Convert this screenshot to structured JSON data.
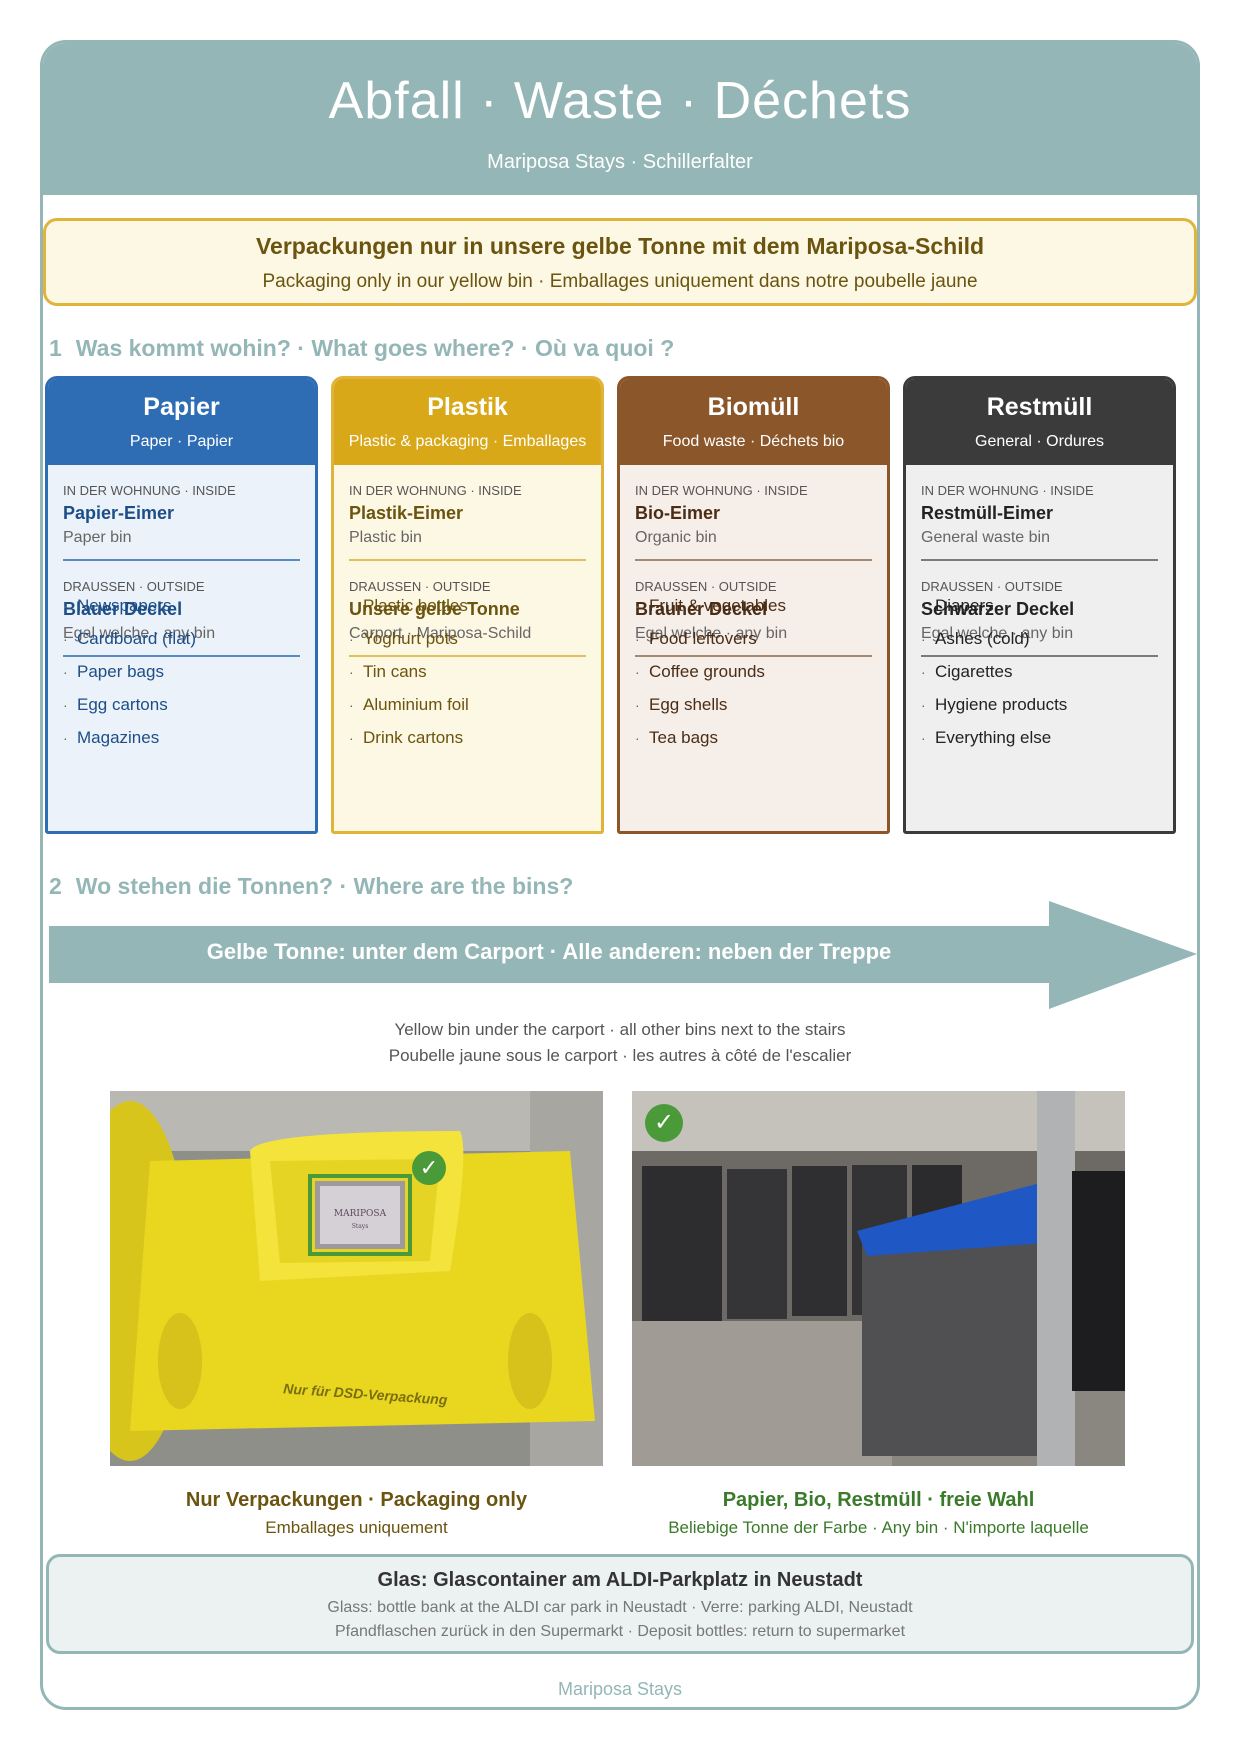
{
  "header": {
    "title": "Abfall · Waste · Déchets",
    "subtitle": "Mariposa Stays · Schillerfalter"
  },
  "notice": {
    "title": "Verpackungen nur in unsere gelbe Tonne mit dem Mariposa-Schild",
    "subtitle": "Packaging only in our yellow bin · Emballages uniquement dans notre poubelle jaune"
  },
  "section1": {
    "number": "1",
    "title": "Was kommt wohin? · What goes where? · Où va quoi ?"
  },
  "cards": [
    {
      "title": "Papier",
      "subtitle": "Paper · Papier",
      "color": "#2e6db4",
      "inside_label": "IN DER WOHNUNG · INSIDE",
      "inside_bin": "Papier-Eimer",
      "inside_desc": "Paper bin",
      "outside_label": "DRAUSSEN · OUTSIDE",
      "outside_bin": "Blauer Deckel",
      "outside_desc": "Egal welche · any bin",
      "items": [
        "Newspapers",
        "Cardboard (flat)",
        "Paper bags",
        "Egg cartons",
        "Magazines"
      ]
    },
    {
      "title": "Plastik",
      "subtitle": "Plastic & packaging · Emballages",
      "color": "#d9a818",
      "inside_label": "IN DER WOHNUNG · INSIDE",
      "inside_bin": "Plastik-Eimer",
      "inside_desc": "Plastic bin",
      "outside_label": "DRAUSSEN · OUTSIDE",
      "outside_bin": "Unsere gelbe Tonne",
      "outside_desc": "Carport · Mariposa-Schild",
      "items": [
        "Plastic bottles",
        "Yoghurt pots",
        "Tin cans",
        "Aluminium foil",
        "Drink cartons"
      ]
    },
    {
      "title": "Biomüll",
      "subtitle": "Food waste · Déchets bio",
      "color": "#8b572a",
      "inside_label": "IN DER WOHNUNG · INSIDE",
      "inside_bin": "Bio-Eimer",
      "inside_desc": "Organic bin",
      "outside_label": "DRAUSSEN · OUTSIDE",
      "outside_bin": "Brauner Deckel",
      "outside_desc": "Egal welche · any bin",
      "items": [
        "Fruit & vegetables",
        "Food leftovers",
        "Coffee grounds",
        "Egg shells",
        "Tea bags"
      ]
    },
    {
      "title": "Restmüll",
      "subtitle": "General · Ordures",
      "color": "#3b3b3b",
      "inside_label": "IN DER WOHNUNG · INSIDE",
      "inside_bin": "Restmüll-Eimer",
      "inside_desc": "General waste bin",
      "outside_label": "DRAUSSEN · OUTSIDE",
      "outside_bin": "Schwarzer Deckel",
      "outside_desc": "Egal welche · any bin",
      "items": [
        "Diapers",
        "Ashes (cold)",
        "Cigarettes",
        "Hygiene products",
        "Everything else"
      ]
    }
  ],
  "section2": {
    "number": "2",
    "title": "Wo stehen die Tonnen? · Where are the bins?"
  },
  "arrow": {
    "text": "Gelbe Tonne: unter dem Carport · Alle anderen: neben der Treppe"
  },
  "location_en": "Yellow bin under the carport · all other bins next to the stairs",
  "location_fr": "Poubelle jaune sous le carport · les autres à côté de l'escalier",
  "photos": [
    {
      "caption": "Nur Verpackungen · Packaging only",
      "subcaption": "Emballages uniquement",
      "lid_text": "Nur für DSD-Verpackung",
      "sign_text": "MARIPOSA",
      "sign_sub": "Stays"
    },
    {
      "caption": "Papier, Bio, Restmüll · freie Wahl",
      "subcaption": "Beliebige Tonne der Farbe · Any bin · N'importe laquelle"
    }
  ],
  "glass": {
    "title": "Glas: Glascontainer am ALDI-Parkplatz in Neustadt",
    "line1": "Glass: bottle bank at the ALDI car park in Neustadt · Verre: parking ALDI, Neustadt",
    "line2": "Pfandflaschen zurück in den Supermarkt · Deposit bottles: return to supermarket"
  },
  "footer": "Mariposa Stays",
  "colors": {
    "accent": "#94b6b6",
    "yellow": "#e0b33a",
    "check": "#4a9a3a"
  }
}
